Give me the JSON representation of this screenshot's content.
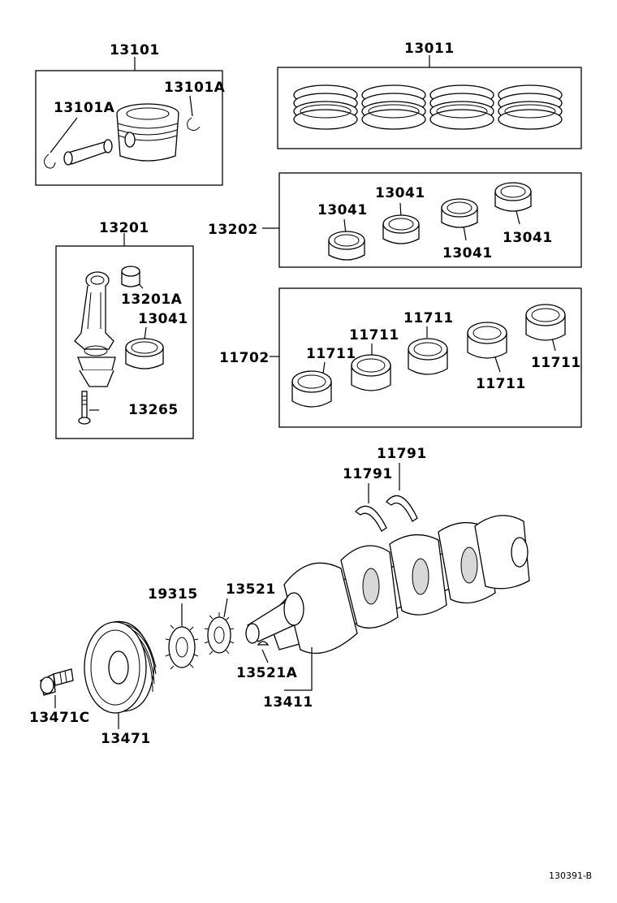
{
  "labels": {
    "piston_set": "13101",
    "piston_pin_clip_right": "13101A",
    "piston_pin_left": "13101A",
    "ring_set": "13011",
    "conrod_bearing_set": "13202",
    "conrod_bearing_1": "13041",
    "conrod_bearing_2": "13041",
    "conrod_bearing_3": "13041",
    "conrod_bearing_4": "13041",
    "conrod_assy": "13201",
    "conrod_bushing": "13201A",
    "conrod_bearing_single": "13041",
    "conrod_bolt": "13265",
    "main_bearing_set": "11702",
    "main_bearing_1": "11711",
    "main_bearing_2": "11711",
    "main_bearing_3": "11711",
    "main_bearing_4": "11711",
    "main_bearing_5": "11711",
    "thrust_washer_top": "11791",
    "thrust_washer_left": "11791",
    "oil_pump_drive_gear": "19315",
    "timing_gear": "13521",
    "crank_key": "13521A",
    "crankshaft": "13411",
    "bolt_pulley": "13471C",
    "crank_pulley": "13471"
  },
  "diagram_code": "130391-B"
}
